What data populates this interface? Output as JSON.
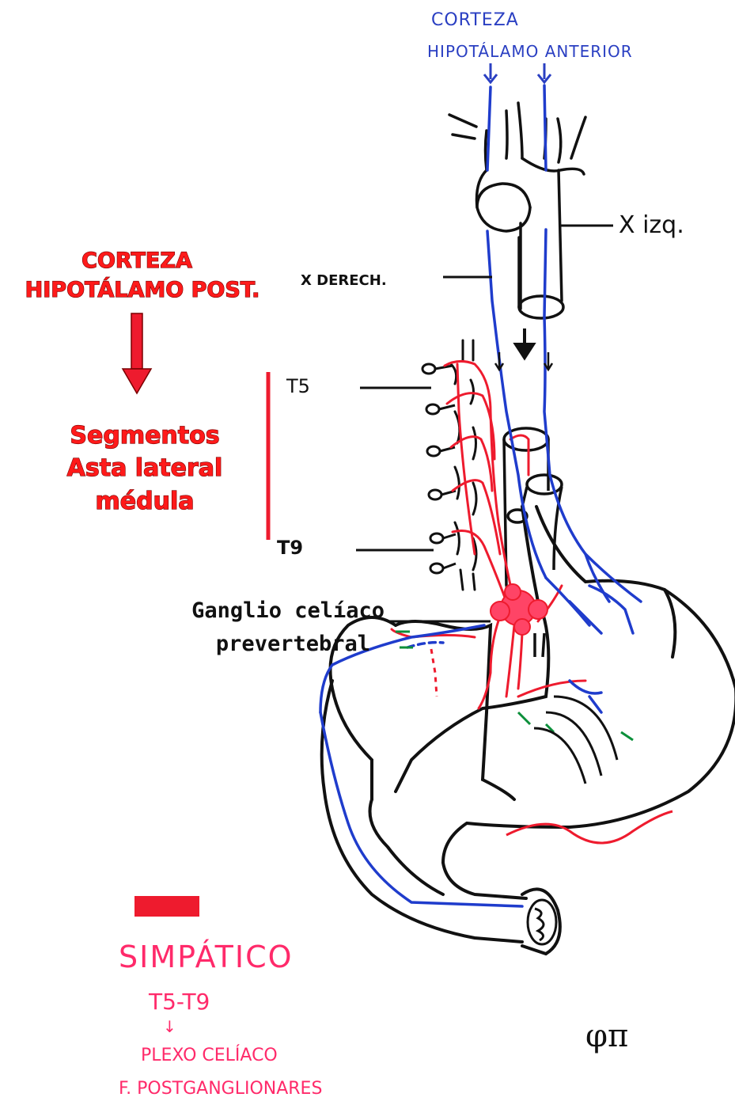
{
  "top_label": {
    "line1": "CORTEZA",
    "line2": "HIPOTÁLAMO ANTERIOR"
  },
  "vagus_left_label": "X izq.",
  "vagus_right_label": "X DERECH.",
  "red_block": {
    "title_line1": "CORTEZA",
    "title_line2": "HIPOTÁLAMO POST.",
    "seg_line1": "Segmentos",
    "seg_line2": "Asta lateral",
    "seg_line3": "médula"
  },
  "level_top": "T5",
  "level_bottom": "T9",
  "ganglion_label": {
    "line1": "Ganglio celíaco",
    "line2": "prevertebral"
  },
  "bottom_block": {
    "title": "SIMPÁTICO",
    "levels": "T5-T9",
    "arrow": "↓",
    "plexus": "PLEXO CELÍACO",
    "fibers": "F. POSTGANGLIONARES"
  },
  "signature": "φπ",
  "colors": {
    "sympathetic": "#ee1b2e",
    "parasympathetic": "#1f3ccc",
    "ink": "#111111",
    "hand_red": "#ff2a6a"
  }
}
